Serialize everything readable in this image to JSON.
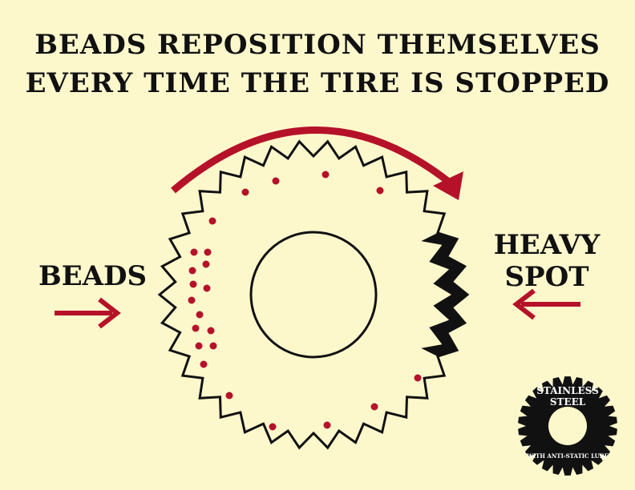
{
  "title": {
    "line1": "BEADS REPOSITION THEMSELVES",
    "line2": "EVERY TIME THE TIRE IS STOPPED"
  },
  "left_label": "BEADS",
  "right_label": {
    "line1": "HEAVY",
    "line2": "SPOT"
  },
  "logo": {
    "line1": "STAINLESS",
    "line2": "STEEL",
    "line3": "WITH ANTI-STATIC LUBE"
  },
  "colors": {
    "background": "#fdf8cc",
    "accent": "#b5122a",
    "ink": "#111111"
  }
}
